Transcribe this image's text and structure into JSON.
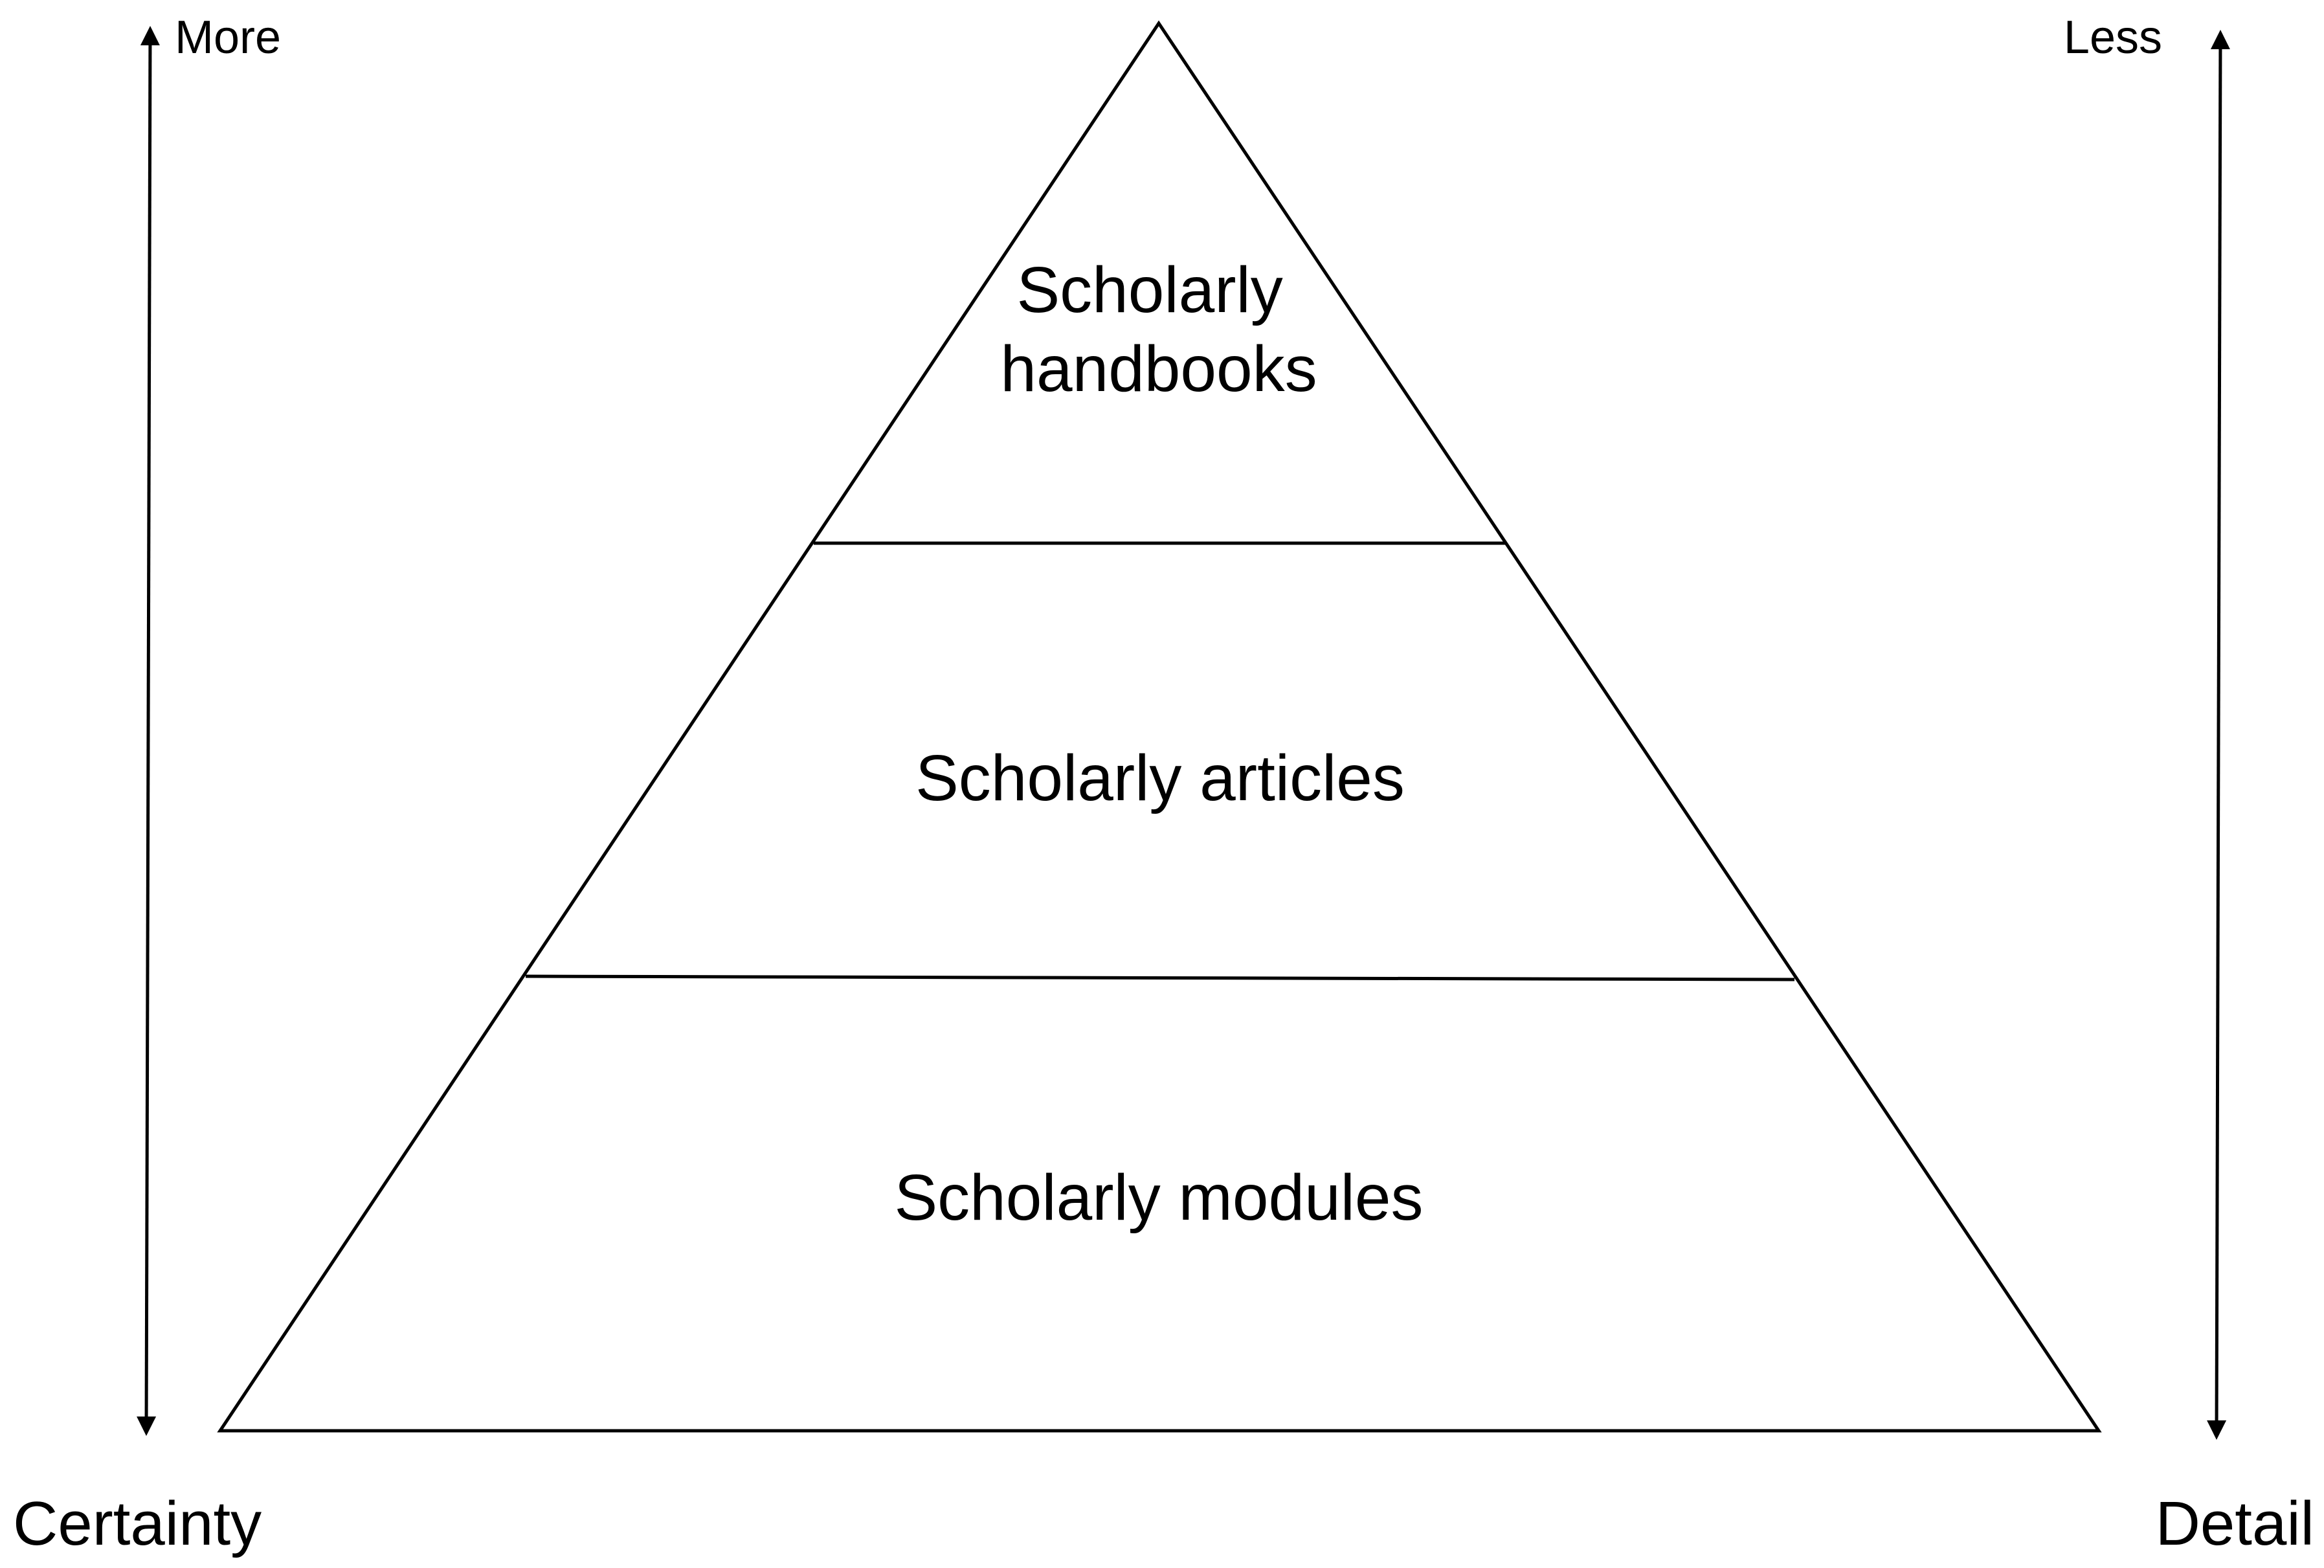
{
  "pyramid": {
    "tiers": [
      {
        "lines": [
          "Scholarly",
          "handbooks"
        ]
      },
      {
        "lines": [
          "Scholarly articles"
        ]
      },
      {
        "lines": [
          "Scholarly modules"
        ]
      }
    ]
  },
  "left_axis": {
    "top_label": "More",
    "bottom_label": "Certainty"
  },
  "right_axis": {
    "top_label": "Less",
    "bottom_label": "Detail"
  },
  "colors": {
    "stroke": "#000000",
    "background": "#ffffff"
  }
}
